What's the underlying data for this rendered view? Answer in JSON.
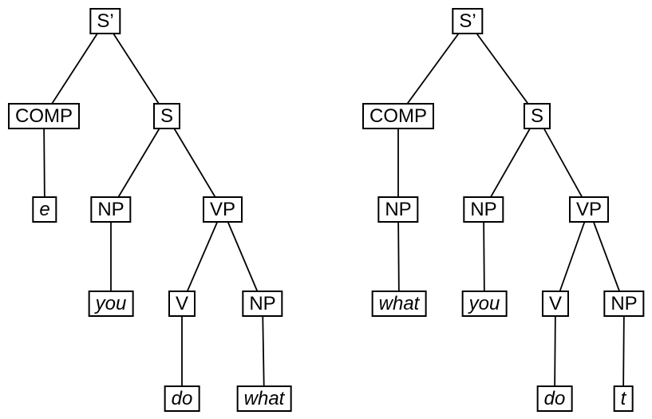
{
  "trees": {
    "left": {
      "nodes": {
        "sp": "S’",
        "comp": "COMP",
        "s": "S",
        "e": "e",
        "np_subj": "NP",
        "vp": "VP",
        "you": "you",
        "v": "V",
        "np_obj": "NP",
        "do": "do",
        "what": "what"
      },
      "edges": [
        [
          "sp",
          "comp"
        ],
        [
          "sp",
          "s"
        ],
        [
          "comp",
          "e"
        ],
        [
          "s",
          "np_subj"
        ],
        [
          "s",
          "vp"
        ],
        [
          "np_subj",
          "you"
        ],
        [
          "vp",
          "v"
        ],
        [
          "vp",
          "np_obj"
        ],
        [
          "v",
          "do"
        ],
        [
          "np_obj",
          "what"
        ]
      ]
    },
    "right": {
      "nodes": {
        "sp": "S’",
        "comp": "COMP",
        "s": "S",
        "np_wh": "NP",
        "np_subj": "NP",
        "vp": "VP",
        "what": "what",
        "you": "you",
        "v": "V",
        "np_trace": "NP",
        "do": "do",
        "t": "t"
      },
      "edges": [
        [
          "sp",
          "comp"
        ],
        [
          "sp",
          "s"
        ],
        [
          "comp",
          "np_wh"
        ],
        [
          "np_wh",
          "what"
        ],
        [
          "s",
          "np_subj"
        ],
        [
          "s",
          "vp"
        ],
        [
          "np_subj",
          "you"
        ],
        [
          "vp",
          "v"
        ],
        [
          "vp",
          "np_trace"
        ],
        [
          "v",
          "do"
        ],
        [
          "np_trace",
          "t"
        ]
      ]
    }
  }
}
